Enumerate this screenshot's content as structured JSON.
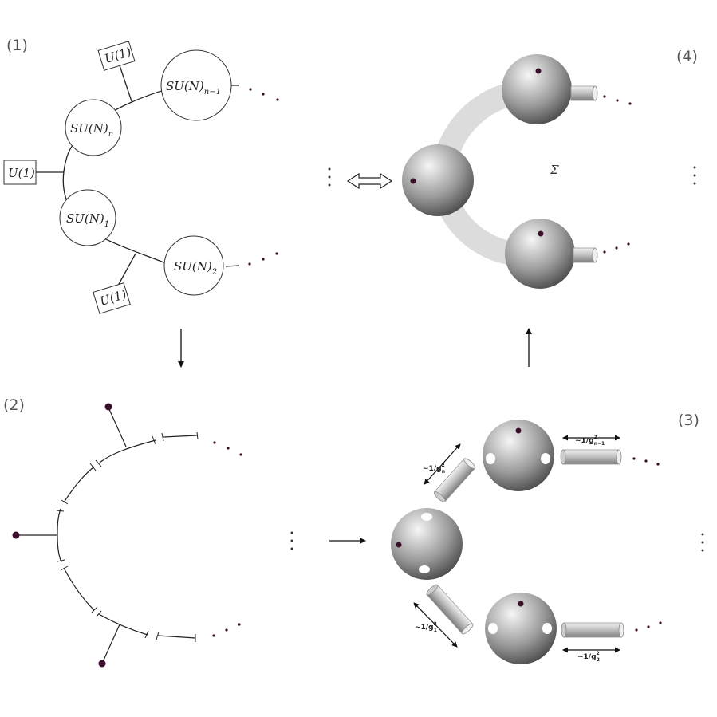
{
  "panels": {
    "p1": "(1)",
    "p2": "(2)",
    "p3": "(3)",
    "p4": "(4)"
  },
  "quiver": {
    "u1_top": "U(1)",
    "u1_left": "U(1)",
    "u1_bottom": "U(1)",
    "node_n1": "SU(N)",
    "node_n1_sub": "n−1",
    "node_n": "SU(N)",
    "node_n_sub": "n",
    "node_1": "SU(N)",
    "node_1_sub": "1",
    "node_2": "SU(N)",
    "node_2_sub": "2"
  },
  "tubes": {
    "g_n": "~1/g",
    "g_n_sup": "2",
    "g_n_sub": "n",
    "g_n1": "~1/g",
    "g_n1_sup": "2",
    "g_n1_sub": "n−1",
    "g_1": "~1/g",
    "g_1_sup": "2",
    "g_1_sub": "1",
    "g_2": "~1/g",
    "g_2_sup": "2",
    "g_2_sub": "2"
  },
  "surface": {
    "sigma": "Σ"
  },
  "colors": {
    "dot": "#3b0f2b",
    "line": "#222222"
  }
}
